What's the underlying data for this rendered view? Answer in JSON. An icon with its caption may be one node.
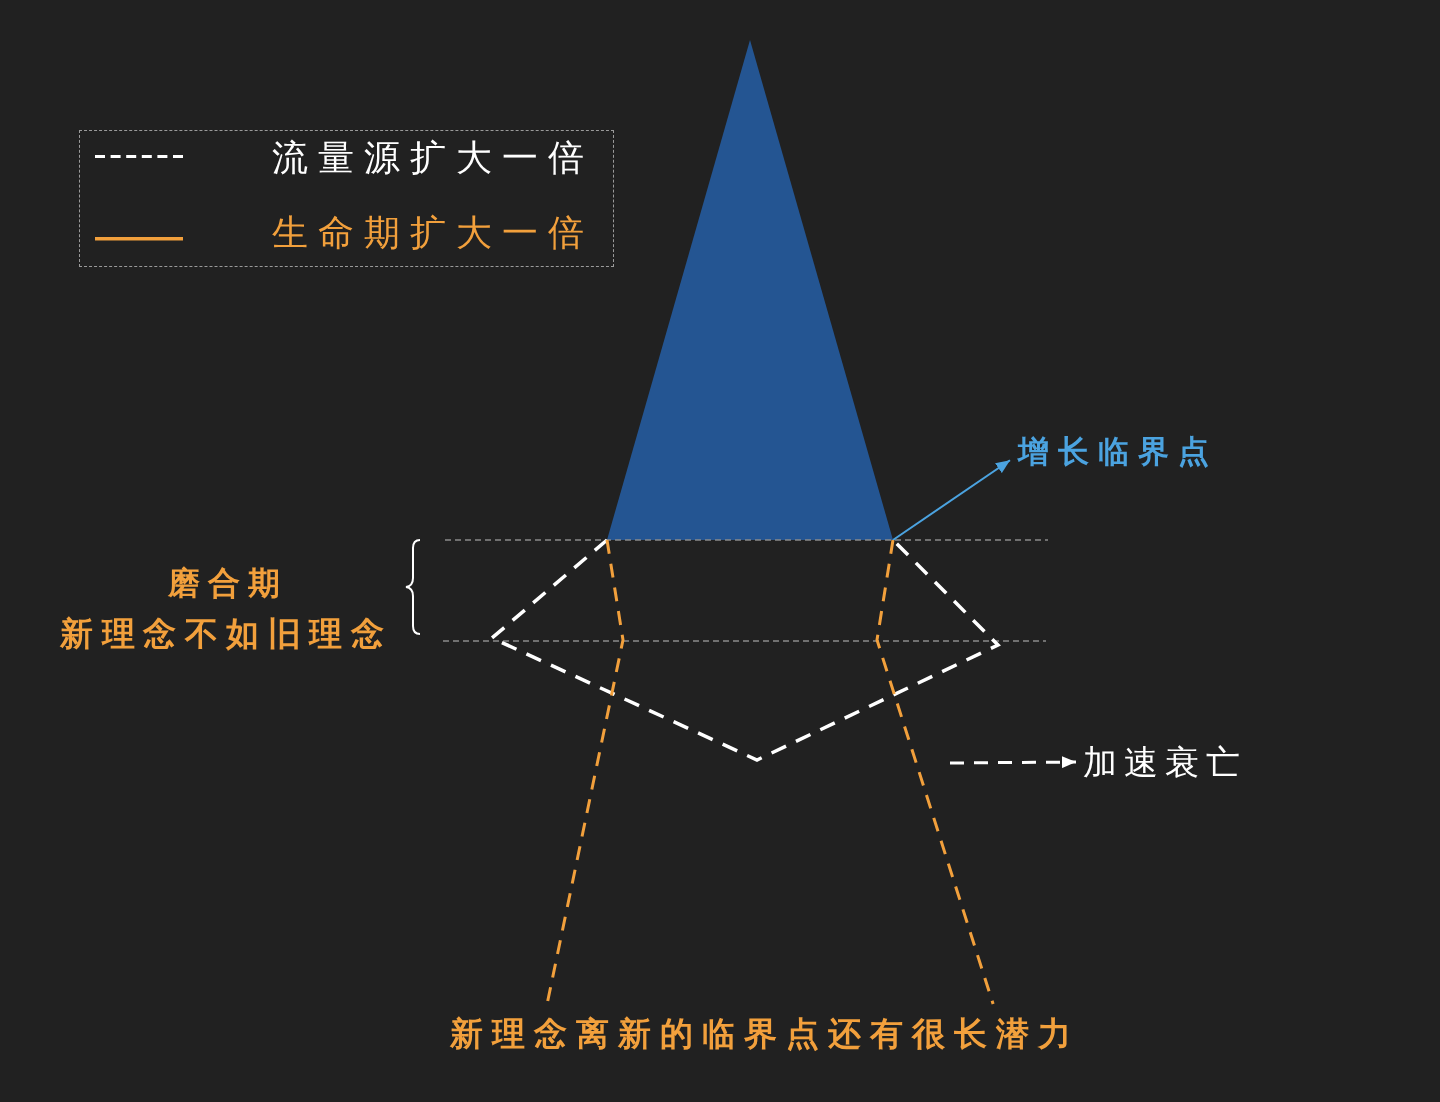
{
  "diagram": {
    "nodes": [
      {
        "text": [],
        "shape": "triangle"
      },
      {
        "text": [
          "增长临界点"
        ]
      },
      {
        "text": [
          "加速衰亡"
        ]
      },
      {
        "text": [
          "新理念离新的临界点还有很长潜力"
        ]
      }
    ],
    "edges": [
      {
        "from": 0,
        "to": 1,
        "arrow": "to",
        "color": "#4ba3e0"
      },
      {
        "from": null,
        "to": 2,
        "arrow": "to",
        "style": "dashed",
        "color": "#ffffff"
      },
      {
        "from": 0,
        "to": 3,
        "arrow": "none",
        "style": "dashed",
        "color": "#f2a03c"
      },
      {
        "from": 0,
        "to": 3,
        "arrow": "none",
        "style": "dashed",
        "color": "#f2a03c"
      }
    ],
    "labels": [
      "磨合期",
      "新理念不如旧理念"
    ],
    "legend": [
      {
        "text": "流量源扩大一倍"
      },
      {
        "text": "生命期扩大一倍"
      }
    ]
  }
}
